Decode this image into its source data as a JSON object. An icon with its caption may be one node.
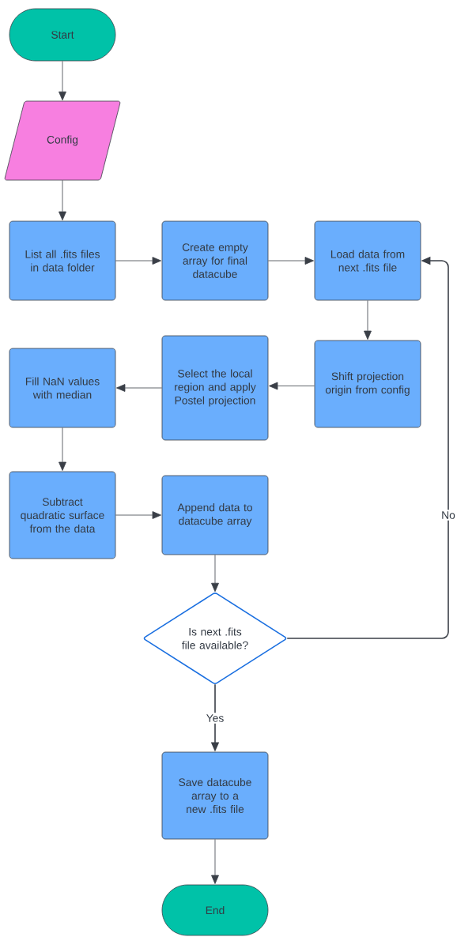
{
  "diagram": {
    "nodes": [
      {
        "text": [
          "Start"
        ]
      },
      {
        "text": [
          "Config"
        ]
      },
      {
        "text": [
          "List all .fits files in data folder"
        ]
      },
      {
        "text": [
          "Create empty array for final datacube"
        ]
      },
      {
        "text": [
          "Load data from next .fits file"
        ]
      },
      {
        "text": [
          "Shift projection origin from config"
        ]
      },
      {
        "text": [
          "Select the local region and apply Postel projection"
        ]
      },
      {
        "text": [
          "Fill NaN values with median"
        ]
      },
      {
        "text": [
          "Subtract quadratic surface from the data"
        ]
      },
      {
        "text": [
          "Append data to datacube array"
        ]
      },
      {
        "text": [
          "Is next .fits file available?"
        ]
      },
      {
        "text": [
          "Save datacube array to a new .fits file"
        ]
      },
      {
        "text": [
          "End"
        ]
      }
    ],
    "edges": [
      {
        "from": 0,
        "to": 1,
        "arrow": "to"
      },
      {
        "from": 1,
        "to": 2,
        "arrow": "to"
      },
      {
        "from": 2,
        "to": 3,
        "arrow": "to"
      },
      {
        "from": 3,
        "to": 4,
        "arrow": "to"
      },
      {
        "from": 4,
        "to": 5,
        "arrow": "to"
      },
      {
        "from": 5,
        "to": 6,
        "arrow": "to"
      },
      {
        "from": 6,
        "to": 7,
        "arrow": "to"
      },
      {
        "from": 7,
        "to": 8,
        "arrow": "to"
      },
      {
        "from": 8,
        "to": 9,
        "arrow": "to"
      },
      {
        "from": 9,
        "to": 10,
        "arrow": "to"
      },
      {
        "from": 10,
        "to": 4,
        "label": "No",
        "arrow": "to"
      },
      {
        "from": 10,
        "to": 11,
        "label": "Yes",
        "arrow": "to"
      },
      {
        "from": 11,
        "to": 12,
        "arrow": "to"
      }
    ]
  }
}
